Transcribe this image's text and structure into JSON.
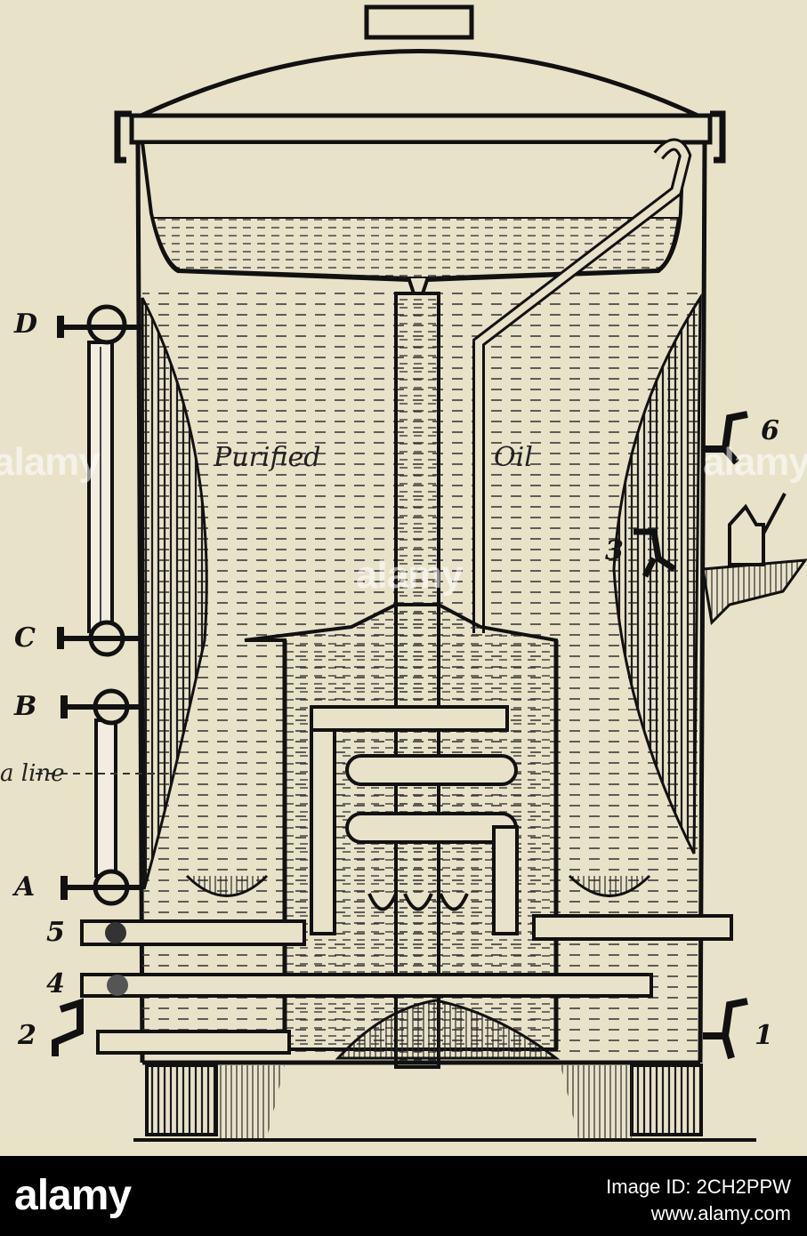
{
  "diagram": {
    "inline_text": {
      "purified": "Purified",
      "oil": "Oil"
    },
    "labels": {
      "D": "D",
      "C": "C",
      "B": "B",
      "water_line": "a line",
      "A": "A",
      "n1": "1",
      "n2": "2",
      "n3": "3",
      "n4": "4",
      "n5": "5",
      "n6": "6"
    }
  },
  "watermark": {
    "text": "alamy"
  },
  "footer": {
    "brand": "alamy",
    "image_id": "Image ID: 2CH2PPW",
    "url": "www.alamy.com"
  }
}
